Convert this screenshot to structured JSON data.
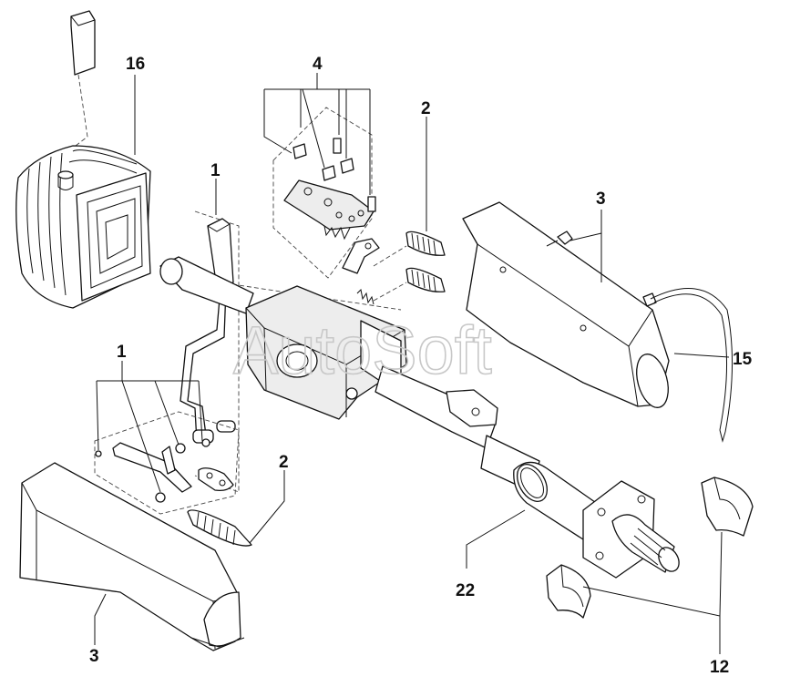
{
  "diagram": {
    "callouts": [
      {
        "id": "16",
        "text": "16"
      },
      {
        "id": "4",
        "text": "4"
      },
      {
        "id": "2-top",
        "text": "2"
      },
      {
        "id": "3-right",
        "text": "3"
      },
      {
        "id": "1-top",
        "text": "1"
      },
      {
        "id": "1-left",
        "text": "1"
      },
      {
        "id": "15",
        "text": "15"
      },
      {
        "id": "2-bottom",
        "text": "2"
      },
      {
        "id": "22",
        "text": "22"
      },
      {
        "id": "3-left",
        "text": "3"
      },
      {
        "id": "12",
        "text": "12"
      }
    ],
    "watermark": "AutoSoft"
  }
}
